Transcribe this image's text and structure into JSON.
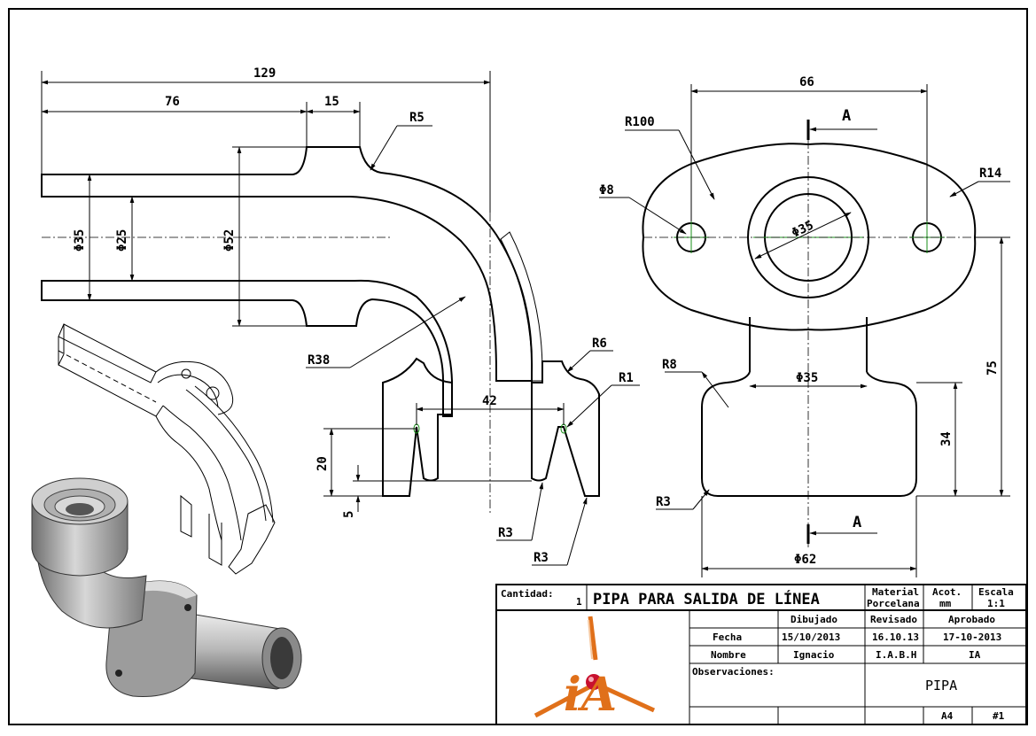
{
  "dimensions": {
    "d129": "129",
    "d76": "76",
    "d15": "15",
    "dR5": "R5",
    "dPhi35a": "Φ35",
    "dPhi25": "Φ25",
    "dPhi52": "Φ52",
    "dR38": "R38",
    "dR6": "R6",
    "dR1": "R1",
    "d42": "42",
    "d20": "20",
    "d5": "5",
    "dR3a": "R3",
    "dR3b": "R3",
    "d66": "66",
    "dR100": "R100",
    "dR14": "R14",
    "dPhi8": "Φ8",
    "dPhi35b": "Φ35",
    "dA1": "A",
    "dA2": "A",
    "dR8": "R8",
    "dPhi35c": "Φ35",
    "d75": "75",
    "d34": "34",
    "dR3c": "R3",
    "dPhi62": "Φ62"
  },
  "title_block": {
    "cantidad_label": "Cantidad:",
    "cantidad_value": "1",
    "title": "PIPA PARA SALIDA DE LÍNEA",
    "material_label": "Material",
    "material_value": "Porcelana",
    "acot_label": "Acot.",
    "acot_value": "mm",
    "escala_label": "Escala",
    "escala_value": "1:1",
    "dibujado": "Dibujado",
    "revisado": "Revisado",
    "aprobado": "Aprobado",
    "fecha_label": "Fecha",
    "fecha_dibujado": "15/10/2013",
    "fecha_revisado": "16.10.13",
    "fecha_aprobado": "17-10-2013",
    "nombre_label": "Nombre",
    "nombre_dibujado": "Ignacio",
    "nombre_revisado": "I.A.B.H",
    "nombre_aprobado": "IA",
    "observaciones_label": "Observaciones:",
    "part_name": "PIPA",
    "sheet_size": "A4",
    "sheet_number": "#1"
  },
  "logo": {
    "text": "iA",
    "colors": {
      "primary": "#e0701a",
      "accent": "#c8102e"
    }
  }
}
